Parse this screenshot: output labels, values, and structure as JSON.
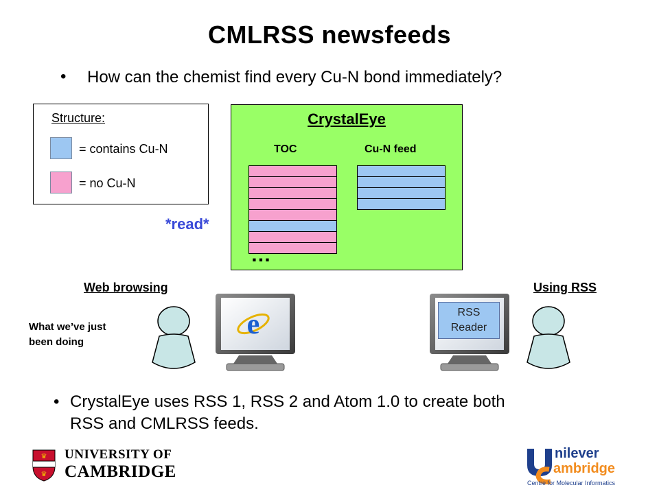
{
  "title": "CMLRSS newsfeeds",
  "bullet_symbol": "•",
  "question": "How can the chemist find every Cu-N bond immediately?",
  "legend": {
    "title": "Structure:",
    "contains_label": "= contains Cu-N",
    "no_label": "= no Cu-N"
  },
  "read_label": "*read*",
  "crystaleye": {
    "title": "CrystalEye",
    "toc_label": "TOC",
    "feed_label": "Cu-N feed",
    "ellipsis": "…",
    "toc_rows": [
      "no",
      "no",
      "no",
      "no",
      "no",
      "yes",
      "no",
      "no"
    ],
    "feed_rows": [
      "yes",
      "yes",
      "yes",
      "yes"
    ]
  },
  "colors": {
    "contains": "#9dc7f2",
    "none": "#f7a1ce",
    "box": "#99ff66",
    "read": "#3a4ad8"
  },
  "web_label": "Web browsing",
  "rss_label": "Using RSS",
  "what_text_line1": "What we’ve just",
  "what_text_line2": "been doing",
  "rss_reader_line1": "RSS",
  "rss_reader_line2": "Reader",
  "icons": {
    "browser": "internet-explorer-icon",
    "person": "person-icon",
    "monitor": "monitor-icon"
  },
  "bottom_line1": "CrystalEye uses RSS 1, RSS 2 and Atom 1.0 to create both",
  "bottom_line2": "RSS and CMLRSS feeds.",
  "logo_left_line1": "UNIVERSITY OF",
  "logo_left_line2": "CAMBRIDGE",
  "logo_right_line1": "nilever",
  "logo_right_line2": "ambridge",
  "logo_right_sub": "Centre for Molecular Informatics"
}
